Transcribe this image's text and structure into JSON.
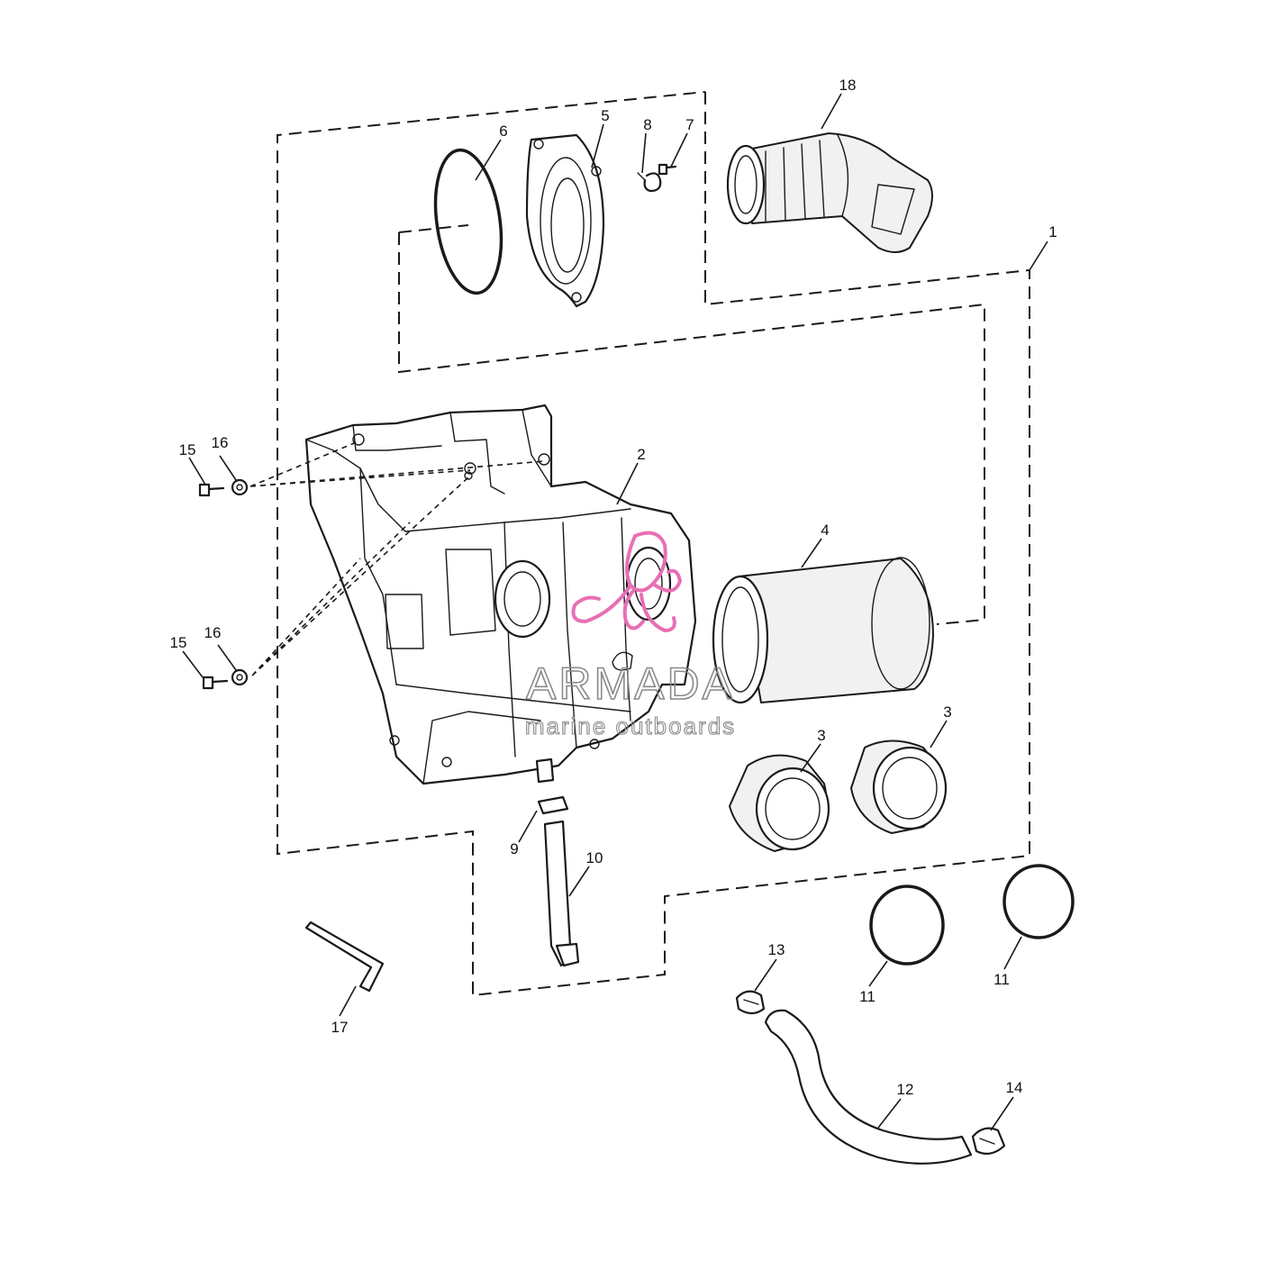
{
  "diagram": {
    "part_labels": {
      "p1": "1",
      "p2": "2",
      "p3a": "3",
      "p3b": "3",
      "p4": "4",
      "p5": "5",
      "p6": "6",
      "p7": "7",
      "p8": "8",
      "p9": "9",
      "p10": "10",
      "p11a": "11",
      "p11b": "11",
      "p12": "12",
      "p13": "13",
      "p14": "14",
      "p15a": "15",
      "p15b": "15",
      "p16a": "16",
      "p16b": "16",
      "p17": "17",
      "p18": "18"
    }
  },
  "watermark": {
    "brand": "ARMADA",
    "tagline": "marine outboards",
    "logo_color": "#e86fb4"
  }
}
